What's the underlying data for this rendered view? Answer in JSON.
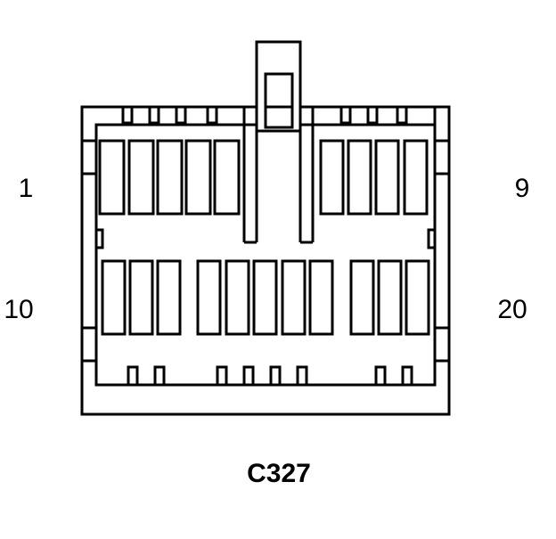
{
  "connector": {
    "id": "C327",
    "pin_count": 20,
    "labels": {
      "top_left": "1",
      "top_right": "9",
      "bottom_left": "10",
      "bottom_right": "20"
    }
  },
  "colors": {
    "line": "#000000",
    "background": "#ffffff"
  }
}
